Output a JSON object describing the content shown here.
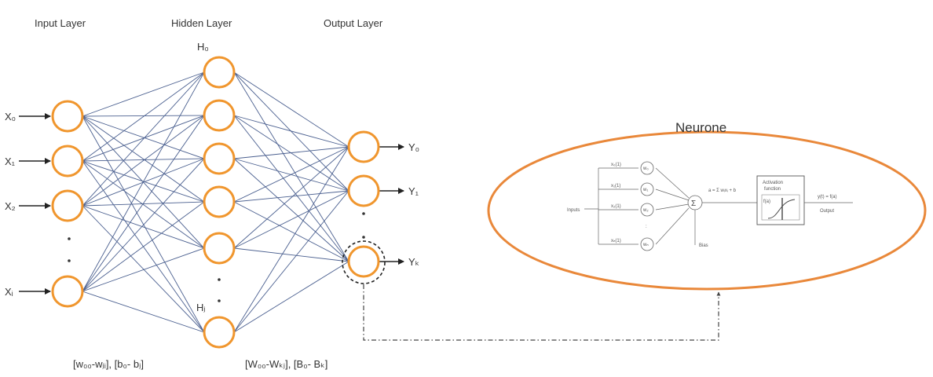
{
  "colors": {
    "node_stroke": "#F0962E",
    "edge": "#4A5F8F",
    "arrow": "#222222",
    "ellipse": "#E9883A",
    "dash": "#444444"
  },
  "network": {
    "layers": {
      "input": "Input Layer",
      "hidden": "Hidden Layer",
      "output": "Output Layer"
    },
    "input_labels": [
      "X₀",
      "X₁",
      "X₂",
      "Xᵢ"
    ],
    "hidden_labels": {
      "first": "H₀",
      "last": "Hⱼ"
    },
    "output_labels": [
      "Y₀",
      "Y₁",
      "Yₖ"
    ],
    "weights": {
      "input_hidden": "[w₀₀-wⱼᵢ], [b₀- bⱼ]",
      "hidden_output": "[W₀₀-Wₖⱼ], [B₀- Bₖ]"
    }
  },
  "neuron": {
    "title": "Neurone",
    "inputs_label": "Inputs",
    "weight_labels": [
      "w₀",
      "w₁",
      "w₂",
      "wₙ"
    ],
    "input_terms": [
      "x₀(1)",
      "x₁(1)",
      "x₂(1)",
      "xₙ(1)"
    ],
    "sum_symbol": "Σ",
    "bias_label": "Bias",
    "equation": "a = Σ wᵢxᵢ + b",
    "activation_title": "Activation",
    "activation_sub": "function",
    "activation_fn": "f(a)",
    "output_eq": "y(t) = f(a)",
    "output_label": "Output"
  }
}
